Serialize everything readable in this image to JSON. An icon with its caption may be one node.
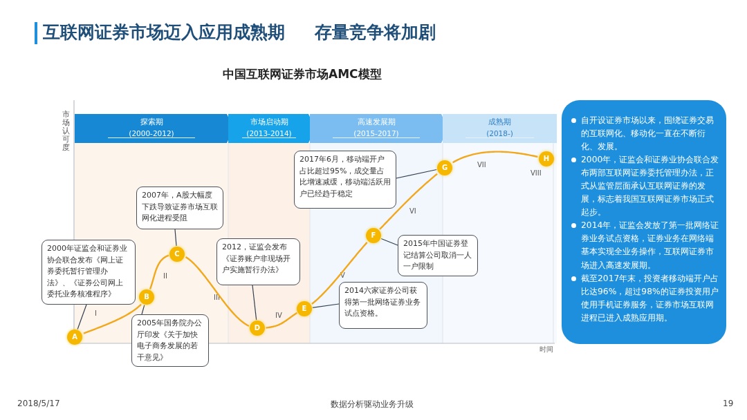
{
  "diagram": {
    "title": "互联网证券市场迈入应用成熟期 存量竞争将加剧",
    "nodes": [
      {
        "text": [
          "探索期",
          "(2000-2012)"
        ]
      },
      {
        "text": [
          "市场启动期",
          "(2013-2014)"
        ]
      },
      {
        "text": [
          "高速发展期",
          "(2015-2017)"
        ]
      },
      {
        "text": [
          "成熟期",
          "(2018-)"
        ]
      },
      {
        "text": [
          "2017年6月，移动端开户占比超过95%，成交量占比增速减缓，移动端活跃用户已经趋于稳定"
        ]
      },
      {
        "text": [
          "2007年，A股大幅度下跌导致证券市场互联网化进程受阻"
        ]
      },
      {
        "text": [
          "2000年证监会和证券业协会联合发布《网上证券委托暂行管理办法》、《证券公司网上委托业务核准程序》"
        ]
      },
      {
        "text": [
          "2012，证监会发布《证券账户非现场开户实施暂行办法》"
        ]
      },
      {
        "text": [
          "2015年中国证券登记结算公司取消一人一户限制"
        ]
      },
      {
        "text": [
          "2014六家证券公司获得第一批网络证券业务试点资格。"
        ]
      },
      {
        "text": [
          "2005年国务院办公厅印发《关于加快电子商务发展的若干意见》"
        ]
      },
      {
        "text": [
          "A"
        ]
      },
      {
        "text": [
          "B"
        ]
      },
      {
        "text": [
          "C"
        ]
      },
      {
        "text": [
          "D"
        ]
      },
      {
        "text": [
          "E"
        ]
      },
      {
        "text": [
          "F"
        ]
      },
      {
        "text": [
          "G"
        ]
      },
      {
        "text": [
          "H"
        ]
      },
      {
        "text": [
          "自开设证券市场以来，围绕证券交易的互联网化、移动化一直在不断衍化、发展。",
          "2000年，证监会和证券业协会联合发布两部互联网证券委托管理办法，正式从监管层面承认互联网证券的发展，标志着我国互联网证券市场正式起步。",
          "2014年，证监会发放了第一批网络证券业务试点资格，证券业务在网络端基本实现全业务操作，互联网证券市场进入高速发展期。",
          "截至2017年末，投资者移动端开户占比达96%，超过98%的证券投资用户使用手机证券服务，证券市场互联网进程已进入成熟应用期。"
        ]
      }
    ],
    "edges": [
      {
        "from": 11,
        "to": 12,
        "arrow": "none"
      },
      {
        "from": 12,
        "to": 13,
        "arrow": "none"
      },
      {
        "from": 13,
        "to": 14,
        "arrow": "none"
      },
      {
        "from": 14,
        "to": 15,
        "arrow": "none"
      },
      {
        "from": 15,
        "to": 16,
        "arrow": "none"
      },
      {
        "from": 16,
        "to": 17,
        "arrow": "none"
      },
      {
        "from": 17,
        "to": 18,
        "arrow": "none"
      },
      {
        "from": 6,
        "to": 11,
        "arrow": "none",
        "color": "#333f50"
      },
      {
        "from": 5,
        "to": 13,
        "arrow": "none",
        "color": "#333f50"
      },
      {
        "from": 10,
        "to": 12,
        "arrow": "none",
        "color": "#333f50"
      },
      {
        "from": 7,
        "to": 14,
        "arrow": "none",
        "color": "#333f50"
      },
      {
        "from": 9,
        "to": 15,
        "arrow": "none",
        "color": "#333f50"
      },
      {
        "from": 8,
        "to": 16,
        "arrow": "none",
        "color": "#333f50"
      },
      {
        "from": 4,
        "to": 17,
        "arrow": "none",
        "color": "#333f50"
      }
    ],
    "labels": [
      "中国互联网证券市场AMC模型",
      "市场认可度",
      "时间",
      "I",
      "II",
      "III",
      "IV",
      "V",
      "VI",
      "VII",
      "VIII",
      "2018/5/17",
      "数据分析驱动业务升级",
      "19"
    ]
  }
}
